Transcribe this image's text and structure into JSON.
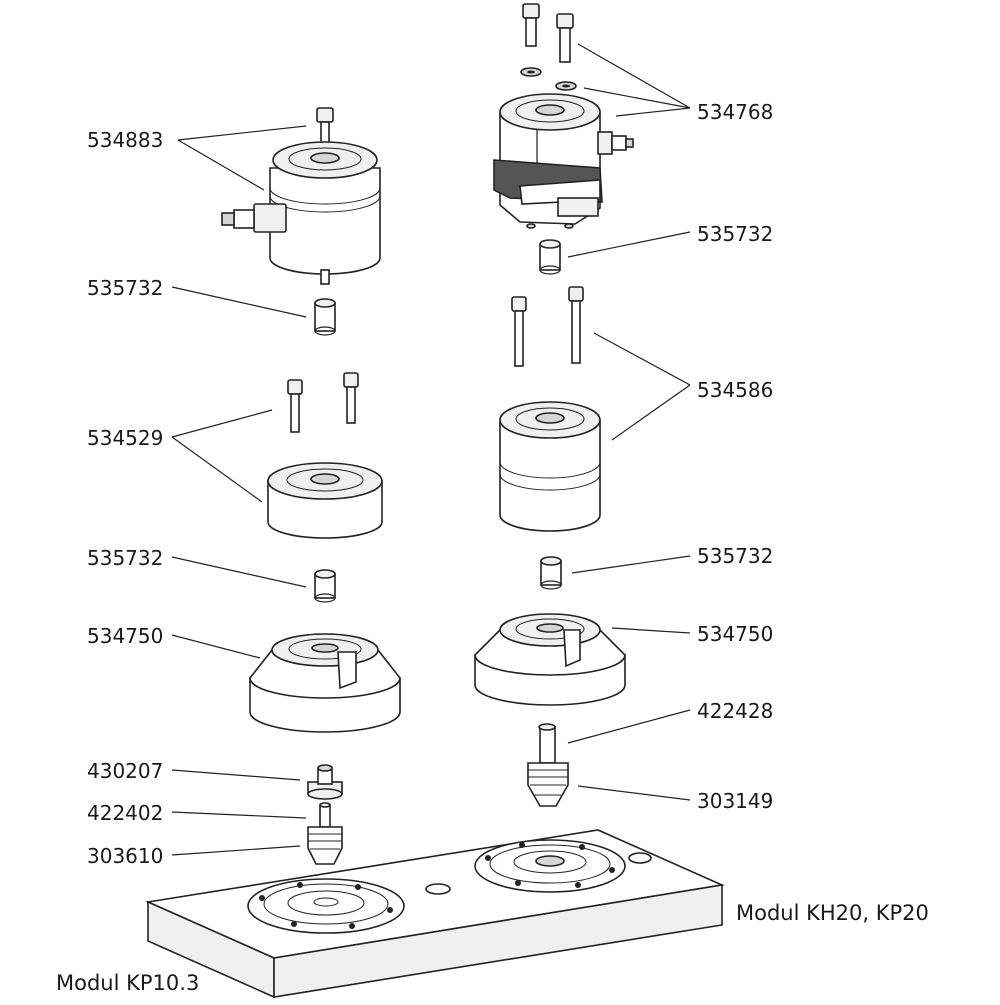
{
  "labels": {
    "l534883": "534883",
    "l534768": "534768",
    "l535732_a": "535732",
    "l535732_b": "535732",
    "l534586": "534586",
    "l534529": "534529",
    "l535732_c": "535732",
    "l535732_d": "535732",
    "l534750_a": "534750",
    "l534750_b": "534750",
    "l422428": "422428",
    "l430207": "430207",
    "l422402": "422402",
    "l303149": "303149",
    "l303610": "303610"
  },
  "modules": {
    "kh20_kp20": "Modul KH20, KP20",
    "kp10_3": "Modul KP10.3"
  }
}
